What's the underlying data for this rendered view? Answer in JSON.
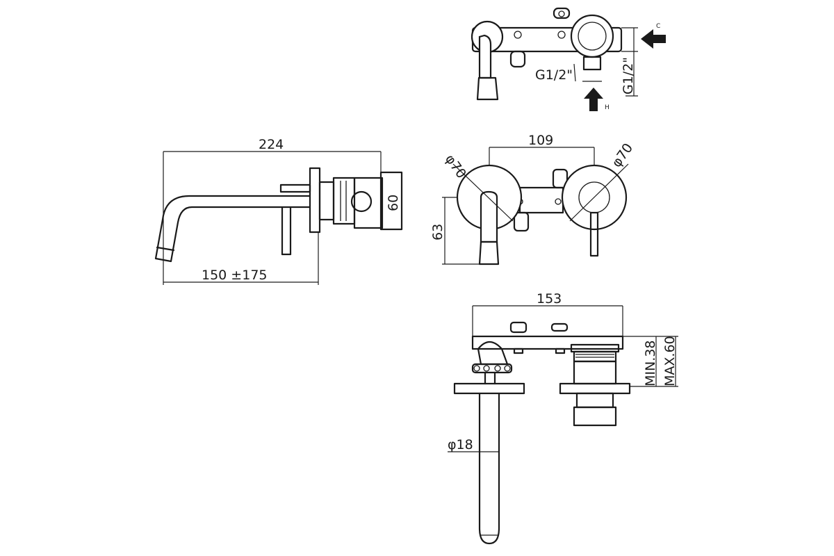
{
  "dimensions": {
    "top_inlet_h": "G1/2\"",
    "top_inlet_v": "G1/2\"",
    "side_length": "224",
    "side_height": "60",
    "side_projection": "150 ±175",
    "front_spacing": "109",
    "front_left_diameter": "φ70",
    "front_right_diameter": "φ70",
    "front_height": "63",
    "bottom_width": "153",
    "bottom_min": "MIN.38",
    "bottom_max": "MAX.60",
    "bottom_spout_diameter": "φ18"
  },
  "arrows": {
    "cold": "C",
    "hot": "H"
  }
}
